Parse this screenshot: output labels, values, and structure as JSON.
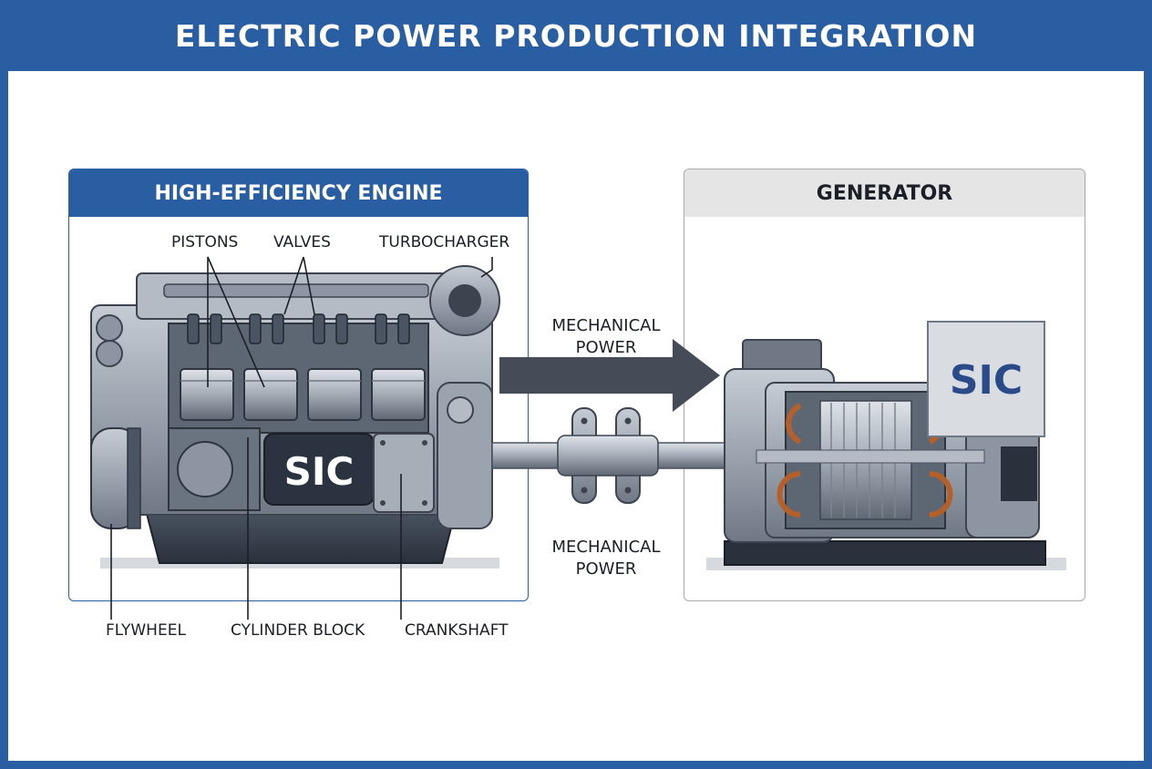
{
  "title": "ELECTRIC POWER PRODUCTION INTEGRATION",
  "engine": {
    "header": "HIGH-EFFICIENCY ENGINE",
    "labels": {
      "pistons": "PISTONS",
      "valves": "VALVES",
      "turbocharger": "TURBOCHARGER",
      "flywheel": "FLYWHEEL",
      "cylinder_block": "CYLINDER BLOCK",
      "crankshaft": "CRANKSHAFT"
    },
    "badge": "SIC"
  },
  "generator": {
    "header": "GENERATOR",
    "badge": "SIC"
  },
  "flow": {
    "top_line1": "MECHANICAL",
    "top_line2": "POWER",
    "bottom_line1": "MECHANICAL",
    "bottom_line2": "POWER"
  },
  "colors": {
    "brand_blue": "#2a5ea3",
    "badge_dark": "#2b3340",
    "metal": "#9aa3ae",
    "copper": "#b5602b"
  }
}
